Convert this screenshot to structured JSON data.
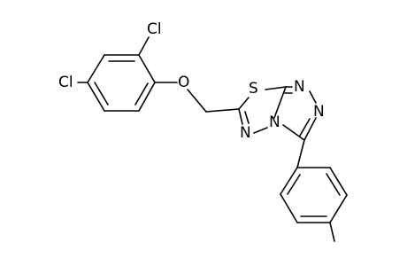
{
  "molecule": {
    "atom_labels": {
      "cl_top": "Cl",
      "cl_left": "Cl",
      "oxygen": "O",
      "sulfur": "S",
      "n_thiadiazole": "N",
      "n_bridge": "N",
      "n_triazole_top": "N",
      "n_triazole_right": "N"
    },
    "colors": {
      "bond": "#000000",
      "label": "#000000",
      "background": "#ffffff"
    }
  }
}
